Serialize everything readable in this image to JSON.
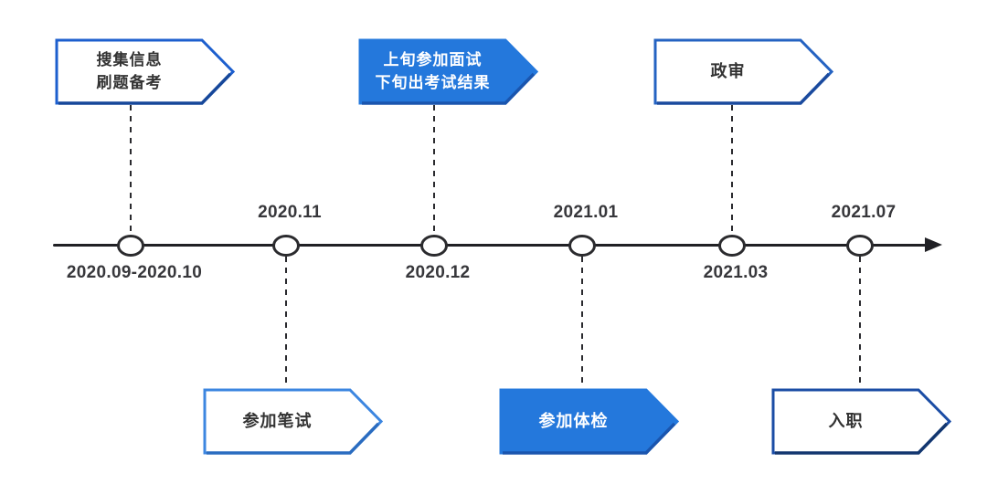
{
  "diagram_title": "",
  "colors": {
    "background": "#ffffff",
    "accent_blue": "#2478DC",
    "accent_blue_shadow": "#1A55AE",
    "axis_dark": "#202024",
    "date_text": "#37373b",
    "banner_text_dark": "#333333",
    "banner_text_light": "#ffffff"
  },
  "timeline": {
    "type": "horizontal-arrow-timeline",
    "direction": "left-to-right",
    "milestones": [
      {
        "date": "2020.09-2020.10",
        "date_position": "below",
        "banner": {
          "label": "搜集信息\n刷题备考",
          "variant": "outline",
          "side": "above",
          "fill_color": "#ffffff",
          "border_color": "#1d5fce",
          "shadow_color": "#16479a"
        }
      },
      {
        "date": "2020.11",
        "date_position": "above",
        "banner": {
          "label": "参加笔试",
          "variant": "outline",
          "side": "below",
          "fill_color": "#ffffff",
          "border_color": "#3c86e0",
          "shadow_color": "#2a6cc0"
        }
      },
      {
        "date": "2020.12",
        "date_position": "below",
        "banner": {
          "label": "上旬参加面试\n下旬出考试结果",
          "variant": "filled",
          "side": "above",
          "fill_color": "#2478DC",
          "border_color": "#2478DC",
          "shadow_color": "#1A55AE"
        }
      },
      {
        "date": "2021.01",
        "date_position": "above",
        "banner": {
          "label": "参加体检",
          "variant": "filled",
          "side": "below",
          "fill_color": "#2478DC",
          "border_color": "#2478DC",
          "shadow_color": "#1A55AE"
        }
      },
      {
        "date": "2021.03",
        "date_position": "below",
        "banner": {
          "label": "政审",
          "variant": "outline",
          "side": "above",
          "fill_color": "#ffffff",
          "border_color": "#2563c2",
          "shadow_color": "#1a4a9e"
        }
      },
      {
        "date": "2021.07",
        "date_position": "above",
        "banner": {
          "label": "入职",
          "variant": "outline",
          "side": "below",
          "fill_color": "#ffffff",
          "border_color": "#1b4da5",
          "shadow_color": "#12366f"
        }
      }
    ]
  }
}
